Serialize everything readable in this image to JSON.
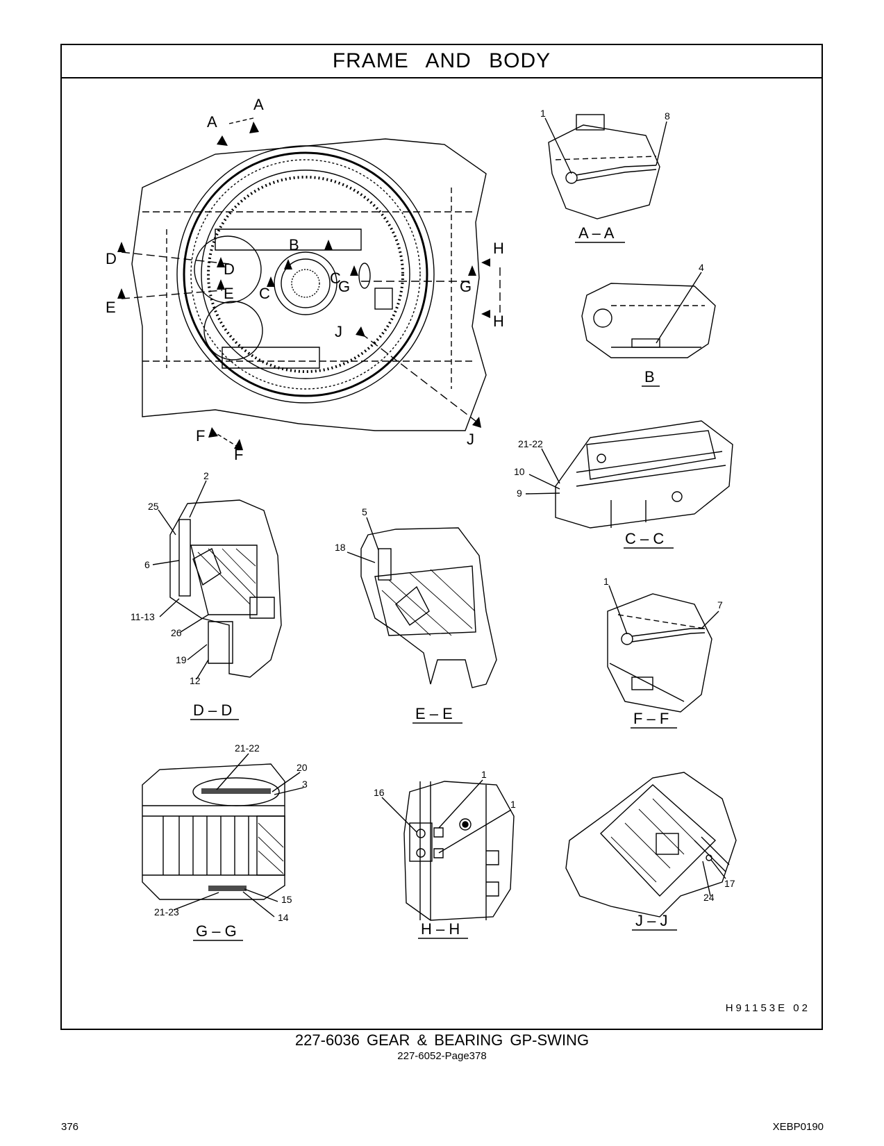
{
  "header": {
    "title": "FRAME  AND  BODY"
  },
  "section_markers": [
    "A",
    "A",
    "B",
    "C",
    "C",
    "D",
    "D",
    "E",
    "E",
    "F",
    "F",
    "G",
    "G",
    "H",
    "H",
    "J",
    "J"
  ],
  "views": {
    "aa": {
      "caption": "A – A",
      "callouts": [
        "1",
        "8"
      ]
    },
    "b": {
      "caption": "B",
      "callouts": [
        "4"
      ]
    },
    "cc": {
      "caption": "C – C",
      "callouts": [
        "21-22",
        "10",
        "9"
      ]
    },
    "dd": {
      "caption": "D – D",
      "callouts": [
        "2",
        "25",
        "6",
        "11-13",
        "26",
        "19",
        "12"
      ]
    },
    "ee": {
      "caption": "E – E",
      "callouts": [
        "5",
        "18"
      ]
    },
    "ff": {
      "caption": "F – F",
      "callouts": [
        "1",
        "7"
      ]
    },
    "gg": {
      "caption": "G – G",
      "callouts": [
        "21-22",
        "20",
        "3",
        "15",
        "21-23",
        "14"
      ]
    },
    "hh": {
      "caption": "H – H",
      "callouts": [
        "16",
        "1",
        "1"
      ]
    },
    "jj": {
      "caption": "J – J",
      "callouts": [
        "17",
        "24"
      ]
    }
  },
  "drawing_number": "H91153E   02",
  "footer": {
    "title": "227-6036  GEAR & BEARING GP-SWING",
    "subtitle": "227-6052-Page378"
  },
  "page_number": "376",
  "doc_code": "XEBP0190"
}
